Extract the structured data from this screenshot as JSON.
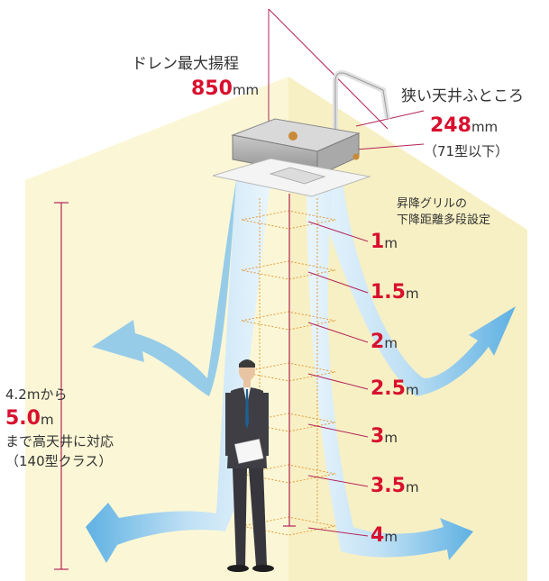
{
  "drain_lift": {
    "label": "ドレン最大揚程",
    "value": "850",
    "unit": "mm"
  },
  "narrow_ceiling": {
    "label": "狭い天井ふところ",
    "value": "248",
    "unit": "mm",
    "note": "（71型以下）"
  },
  "grille_note": {
    "line1": "昇降グリルの",
    "line2": "下降距離多段設定"
  },
  "grille_heights": [
    {
      "value": "1",
      "unit": "m"
    },
    {
      "value": "1.5",
      "unit": "m"
    },
    {
      "value": "2",
      "unit": "m"
    },
    {
      "value": "2.5",
      "unit": "m"
    },
    {
      "value": "3",
      "unit": "m"
    },
    {
      "value": "3.5",
      "unit": "m"
    },
    {
      "value": "4",
      "unit": "m"
    }
  ],
  "ceiling_support": {
    "line1": "4.2mから",
    "value": "5.0",
    "unit": "m",
    "line2": "まで高天井に対応",
    "line3": "（140型クラス）"
  },
  "colors": {
    "accent_red": "#d8102e",
    "dimension_line": "#b3245a",
    "airflow_blue": "#9fd0ee",
    "room_wall": "#fbf6d2"
  },
  "icons": {
    "unit": "cassette-air-conditioner-icon",
    "person": "businessman-figure-icon"
  }
}
